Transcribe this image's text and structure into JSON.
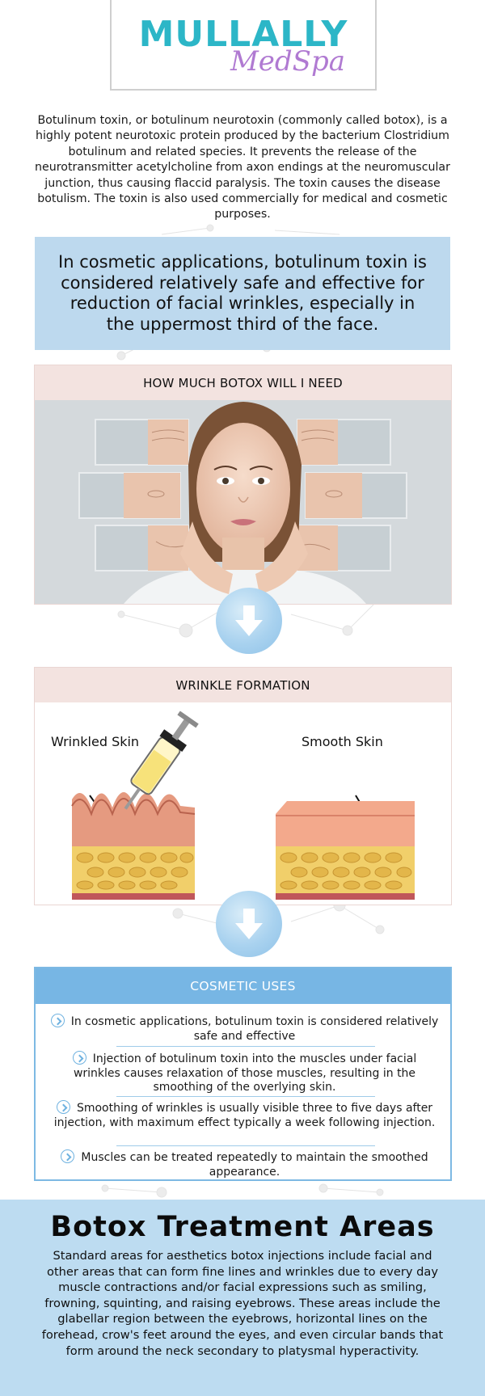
{
  "logo": {
    "brand": "MULLALLY",
    "sub": "MedSpa"
  },
  "intro": "Botulinum toxin, or botulinum neurotoxin (commonly called botox), is a highly potent neurotoxic protein produced by the bacterium Clostridium botulinum and related species. It prevents the release of the neurotransmitter acetylcholine from axon endings at the neuromuscular junction, thus causing flaccid paralysis. The toxin causes the disease botulism. The toxin is also used commercially for medical and cosmetic purposes.",
  "callout": "In cosmetic applications, botulinum toxin is considered relatively safe and effective for reduction of facial wrinkles, especially in the uppermost third of the face.",
  "botox_section": {
    "title": "HOW MUCH BOTOX WILL I NEED"
  },
  "wrinkle_section": {
    "title": "WRINKLE FORMATION",
    "left_label": "Wrinkled Skin",
    "right_label": "Smooth Skin"
  },
  "cosmetic_uses": {
    "title": "COSMETIC USES",
    "items": [
      "In cosmetic applications, botulinum toxin is considered relatively safe and effective",
      "Injection of botulinum toxin into the muscles under facial wrinkles causes relaxation of those muscles, resulting in the smoothing of the overlying skin.",
      "Smoothing of wrinkles is usually visible three to five days after injection, with maximum effect typically a week following injection.",
      "Muscles can be treated repeatedly to maintain the smoothed appearance."
    ]
  },
  "treatment_areas": {
    "title": "Botox Treatment Areas",
    "text": "Standard areas for aesthetics botox injections include facial and other areas that can form fine lines and wrinkles due to every day muscle contractions and/or facial expressions such as smiling, frowning, squinting, and raising eyebrows. These areas include the glabellar region between the eyebrows, horizontal lines on the forehead, crow's feet around the eyes, and even circular bands that form around the neck secondary to platysmal hyperactivity."
  },
  "colors": {
    "brand_teal": "#2cb6c7",
    "brand_purple": "#b07ad2",
    "callout_bg": "#bdd9ee",
    "panel_head_bg": "#f3e3e0",
    "cosmetic_head_bg": "#77b6e4",
    "areas_bg": "#bddcf1"
  }
}
